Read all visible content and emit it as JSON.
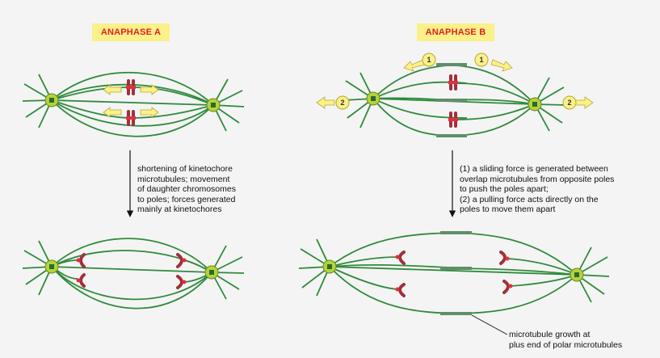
{
  "panels": {
    "anaphase_a": {
      "title": "ANAPHASE A"
    },
    "anaphase_b": {
      "title": "ANAPHASE B"
    }
  },
  "captions": {
    "a_lines": [
      "shortening of kinetochore",
      "microtubules; movement",
      "of daughter chromosomes",
      "to poles; forces generated",
      "mainly at kinetochores"
    ],
    "b_lines": [
      "(1) a sliding force is generated between",
      "overlap microtubules from opposite poles",
      "to push the poles apart;",
      "(2) a pulling force acts directly on the",
      "poles to move them apart"
    ],
    "growth_lines": [
      "microtubule growth at",
      "plus end of polar microtubules"
    ]
  },
  "force_labels": {
    "sliding": "1",
    "pulling": "2"
  },
  "colors": {
    "microtubule": "#2f8a3c",
    "centrosome": "#b6d23a",
    "chromosome": "#a0303c",
    "kinetochore": "#e03040",
    "arrow_fill": "#fbf089",
    "overlap_zone": "#5f8f6a",
    "title_bg": "#fbf089",
    "title_text": "#e02020"
  }
}
